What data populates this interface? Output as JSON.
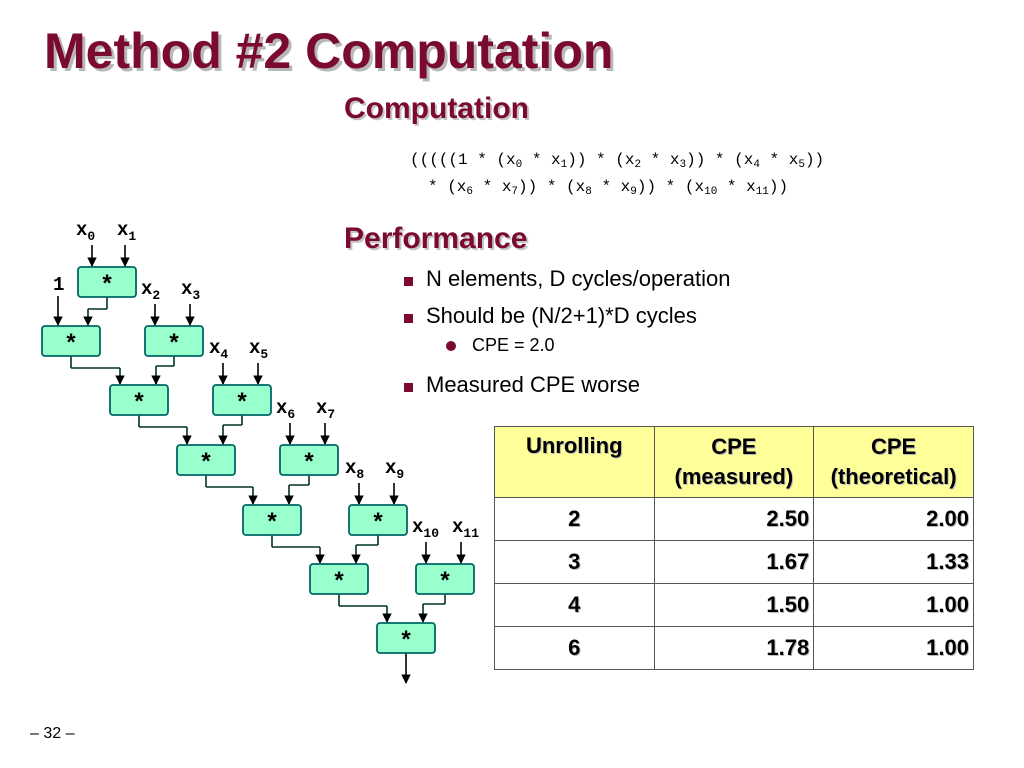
{
  "title": "Method #2 Computation",
  "computation": {
    "heading": "Computation",
    "line1": [
      {
        "t": "(((((1 * (x"
      },
      {
        "s": "0"
      },
      {
        "t": " * x"
      },
      {
        "s": "1"
      },
      {
        "t": ")) * (x"
      },
      {
        "s": "2"
      },
      {
        "t": " * x"
      },
      {
        "s": "3"
      },
      {
        "t": ")) * (x"
      },
      {
        "s": "4"
      },
      {
        "t": " * x"
      },
      {
        "s": "5"
      },
      {
        "t": "))"
      }
    ],
    "line2": [
      {
        "t": "* (x"
      },
      {
        "s": "6"
      },
      {
        "t": " * x"
      },
      {
        "s": "7"
      },
      {
        "t": ")) * (x"
      },
      {
        "s": "8"
      },
      {
        "t": " * x"
      },
      {
        "s": "9"
      },
      {
        "t": ")) * (x"
      },
      {
        "s": "10"
      },
      {
        "t": " * x"
      },
      {
        "s": "11"
      },
      {
        "t": "))"
      }
    ]
  },
  "performance": {
    "heading": "Performance",
    "bullet1": "N elements, D cycles/operation",
    "bullet2": "Should be (N/2+1)*D cycles",
    "sub_bullet": "CPE = 2.0",
    "bullet3": "Measured CPE worse"
  },
  "table": {
    "headers": [
      {
        "line1": "Unrolling",
        "line2": ""
      },
      {
        "line1": "CPE",
        "line2": "(measured)"
      },
      {
        "line1": "CPE",
        "line2": "(theoretical)"
      }
    ],
    "rows": [
      [
        "2",
        "2.50",
        "2.00"
      ],
      [
        "3",
        "1.67",
        "1.33"
      ],
      [
        "4",
        "1.50",
        "1.00"
      ],
      [
        "6",
        "1.78",
        "1.00"
      ]
    ]
  },
  "diagram": {
    "operator": "*",
    "one": "1",
    "var_prefix": "x",
    "inputs": [
      "0",
      "1",
      "2",
      "3",
      "4",
      "5",
      "6",
      "7",
      "8",
      "9",
      "10",
      "11"
    ]
  },
  "page_number": "– 32 –",
  "colors": {
    "title": "#7a0a32",
    "box_fill": "#99ffcc",
    "box_stroke": "#006666",
    "table_header": "#ffff99"
  }
}
